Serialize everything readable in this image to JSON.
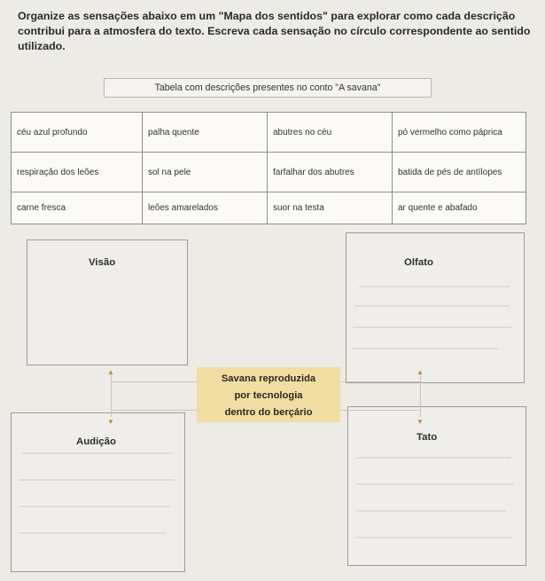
{
  "instructions": {
    "text": "Organize as sensações abaixo em um \"Mapa dos sentidos\" para explorar como cada descrição contribui para a atmosfera do texto. Escreva cada sensação no círculo correspondente ao sentido utilizado."
  },
  "table": {
    "title": "Tabela com descrições presentes no conto \"A savana\"",
    "rows": [
      [
        "céu azul profundo",
        "palha quente",
        "abutres no céu",
        "pó vermelho como páprica"
      ],
      [
        "respiração dos leões",
        "sol na pele",
        "farfalhar dos abutres",
        "batida de pés de antílopes"
      ],
      [
        "carne fresca",
        "leões amarelados",
        "suor na testa",
        "ar quente e abafado"
      ]
    ]
  },
  "map": {
    "center": [
      "Savana reproduzida",
      "por tecnologia",
      "dentro do berçário"
    ],
    "senses": {
      "top_left": "Visão",
      "top_right": "Olfato",
      "bottom_left": "Audição",
      "bottom_right": "Tato"
    }
  },
  "colors": {
    "center_fill": "#f1dda1",
    "arrow": "#c58a3a",
    "border": "#8f8e89"
  }
}
